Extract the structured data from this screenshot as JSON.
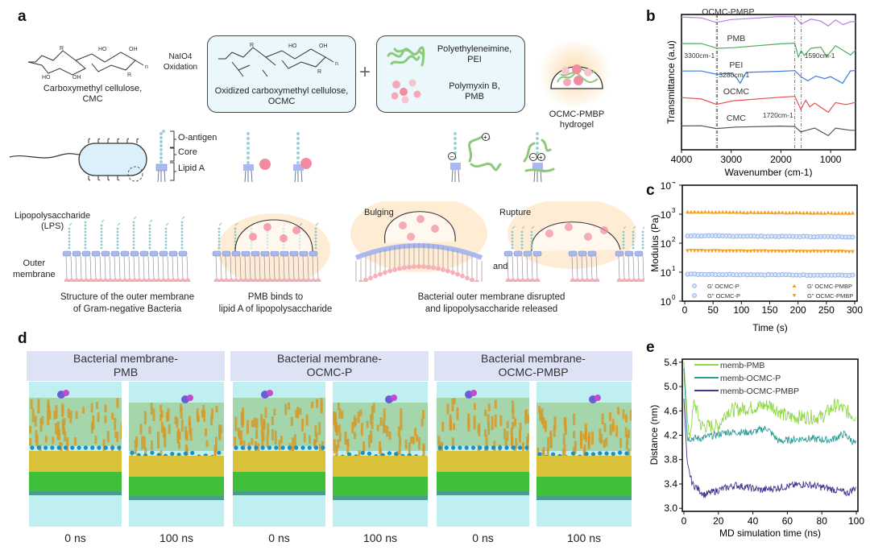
{
  "panels": {
    "a": {
      "label": "a",
      "cmc_caption_1": "Carboxymethyl cellulose,",
      "cmc_caption_2": "CMC",
      "oxidation_reagent": "NaIO4",
      "oxidation_label": "Oxidation",
      "ocmc_caption_1": "Oxidized carboxymethyl cellulose,",
      "ocmc_caption_2": "OCMC",
      "plus": "+",
      "pei_label_1": "Polyethyleneimine,",
      "pei_label_2": "PEI",
      "pmb_label_1": "Polymyxin B,",
      "pmb_label_2": "PMB",
      "hydrogel_label_1": "OCMC-PMBP",
      "hydrogel_label_2": "hydrogel",
      "lps_parts": [
        "O-antigen",
        "Core",
        "Lipid A"
      ],
      "lps_label_1": "Lipopolysaccharide",
      "lps_label_2": "(LPS)",
      "outer_membrane_1": "Outer",
      "outer_membrane_2": "membrane",
      "bulging": "Bulging",
      "rupture": "Rupture",
      "and": "and",
      "captions": [
        [
          "Structure of the outer membrane",
          "of Gram-negative Bacteria"
        ],
        [
          "PMB binds to",
          "lipid A of lipopolysaccharide"
        ],
        [
          "Bacterial outer membrane disrupted",
          "and lipopolysaccharide released"
        ]
      ],
      "colors": {
        "box_fill": "#eaf7fb",
        "pmb_pink": "#f28ba0",
        "pei_green": "#8cc97a",
        "lps_blue": "#a9b8ee",
        "glow": "#fbd9a8"
      }
    },
    "d": {
      "label": "d",
      "groups": [
        {
          "title_1": "Bacterial membrane-",
          "title_2": "PMB",
          "times": [
            "0 ns",
            "100 ns"
          ]
        },
        {
          "title_1": "Bacterial membrane-",
          "title_2": "OCMC-P",
          "times": [
            "0 ns",
            "100 ns"
          ]
        },
        {
          "title_1": "Bacterial membrane-",
          "title_2": "OCMC-PMBP",
          "times": [
            "0 ns",
            "100 ns"
          ]
        }
      ]
    }
  },
  "chart_data": [
    {
      "id": "b",
      "label": "b",
      "type": "line",
      "title": "",
      "xlabel": "Wavenumber (cm-1)",
      "ylabel": "Transmittance (a.u)",
      "xlim": [
        4000,
        500
      ],
      "x_ticks": [
        4000,
        3000,
        2000,
        1000
      ],
      "reference_lines": [
        3300,
        3280,
        1720,
        1590
      ],
      "annotations": [
        "3300cm-1",
        "3280cm-1",
        "1590cm-1",
        "1720cm-1"
      ],
      "series": [
        {
          "name": "OCMC-PMBP",
          "color": "#b77fe0",
          "offset": 4,
          "points": [
            [
              4000,
              0.95
            ],
            [
              3600,
              0.9
            ],
            [
              3300,
              0.65
            ],
            [
              3000,
              0.78
            ],
            [
              2000,
              0.96
            ],
            [
              1720,
              0.96
            ],
            [
              1590,
              0.55
            ],
            [
              1400,
              0.8
            ],
            [
              1200,
              0.75
            ],
            [
              1050,
              0.45
            ],
            [
              900,
              0.78
            ],
            [
              750,
              0.5
            ],
            [
              600,
              0.7
            ],
            [
              500,
              0.7
            ]
          ]
        },
        {
          "name": "PMB",
          "color": "#4cae5e",
          "offset": 3,
          "points": [
            [
              4000,
              0.95
            ],
            [
              3600,
              0.92
            ],
            [
              3280,
              0.68
            ],
            [
              2950,
              0.7
            ],
            [
              2000,
              0.95
            ],
            [
              1720,
              0.95
            ],
            [
              1650,
              0.2
            ],
            [
              1590,
              0.55
            ],
            [
              1530,
              0.25
            ],
            [
              1400,
              0.65
            ],
            [
              1200,
              0.78
            ],
            [
              1080,
              0.25
            ],
            [
              900,
              0.8
            ],
            [
              600,
              0.3
            ],
            [
              500,
              0.6
            ]
          ]
        },
        {
          "name": "PEI",
          "color": "#3a7fdc",
          "offset": 2,
          "points": [
            [
              4000,
              0.9
            ],
            [
              3600,
              0.88
            ],
            [
              3280,
              0.7
            ],
            [
              3000,
              0.78
            ],
            [
              2900,
              0.55
            ],
            [
              2820,
              0.2
            ],
            [
              2700,
              0.8
            ],
            [
              2000,
              0.92
            ],
            [
              1720,
              0.92
            ],
            [
              1590,
              0.55
            ],
            [
              1460,
              0.35
            ],
            [
              1300,
              0.6
            ],
            [
              1120,
              0.45
            ],
            [
              1000,
              0.6
            ],
            [
              760,
              0.2
            ],
            [
              600,
              0.9
            ],
            [
              500,
              0.9
            ]
          ]
        },
        {
          "name": "OCMC",
          "color": "#e4514f",
          "offset": 1,
          "points": [
            [
              4000,
              0.9
            ],
            [
              3600,
              0.85
            ],
            [
              3300,
              0.5
            ],
            [
              2950,
              0.75
            ],
            [
              2000,
              0.92
            ],
            [
              1720,
              0.95
            ],
            [
              1600,
              0.25
            ],
            [
              1500,
              0.75
            ],
            [
              1420,
              0.4
            ],
            [
              1320,
              0.6
            ],
            [
              1050,
              0.05
            ],
            [
              900,
              0.6
            ],
            [
              700,
              0.5
            ],
            [
              500,
              0.6
            ]
          ]
        },
        {
          "name": "CMC",
          "color": "#555555",
          "offset": 0,
          "points": [
            [
              4000,
              0.8
            ],
            [
              3600,
              0.78
            ],
            [
              3300,
              0.65
            ],
            [
              2900,
              0.75
            ],
            [
              2000,
              0.8
            ],
            [
              1720,
              0.8
            ],
            [
              1600,
              0.45
            ],
            [
              1420,
              0.6
            ],
            [
              1320,
              0.68
            ],
            [
              1050,
              0.25
            ],
            [
              900,
              0.7
            ],
            [
              600,
              0.55
            ],
            [
              500,
              0.55
            ]
          ]
        }
      ]
    },
    {
      "id": "c",
      "label": "c",
      "type": "scatter",
      "xlabel": "Time (s)",
      "ylabel": "Modulus (Pa)",
      "xlim": [
        0,
        300
      ],
      "ylim": [
        1,
        10000
      ],
      "y_scale": "log",
      "x_ticks": [
        0,
        50,
        100,
        150,
        200,
        250,
        300
      ],
      "y_ticks": [
        "10^0",
        "10^1",
        "10^2",
        "10^3",
        "10^4"
      ],
      "legend_position": "bottom",
      "series": [
        {
          "name": "G' OCMC-P",
          "color": "#8db0ea",
          "marker": "circle-top",
          "value": 180
        },
        {
          "name": "G\" OCMC-P",
          "color": "#8db0ea",
          "marker": "circle-bottom",
          "value": 8.5
        },
        {
          "name": "G' OCMC-PMBP",
          "color": "#f5a11f",
          "marker": "triangle-up",
          "value": 1200
        },
        {
          "name": "G\" OCMC-PMBP",
          "color": "#f5a11f",
          "marker": "triangle-down",
          "value": 55
        }
      ]
    },
    {
      "id": "e",
      "label": "e",
      "type": "line",
      "xlabel": "MD simulation time (ns)",
      "ylabel": "Distance (nm)",
      "xlim": [
        0,
        100
      ],
      "ylim": [
        2.95,
        5.45
      ],
      "x_ticks": [
        0,
        20,
        40,
        60,
        80,
        100
      ],
      "y_ticks": [
        3.0,
        3.4,
        3.8,
        4.2,
        4.6,
        5.0,
        5.4
      ],
      "legend_position": "top-left",
      "series": [
        {
          "name": "memb-PMB",
          "color": "#8fd845",
          "start": 5.4,
          "levels": [
            [
              0,
              5.4
            ],
            [
              3,
              4.1
            ],
            [
              6,
              4.75
            ],
            [
              10,
              4.35
            ],
            [
              20,
              4.35
            ],
            [
              25,
              4.6
            ],
            [
              50,
              4.7
            ],
            [
              60,
              4.5
            ],
            [
              80,
              4.5
            ],
            [
              88,
              4.7
            ],
            [
              100,
              4.5
            ]
          ],
          "noise": 0.12
        },
        {
          "name": "memb-OCMC-P",
          "color": "#2a9d96",
          "start": 5.3,
          "levels": [
            [
              0,
              5.3
            ],
            [
              2,
              4.15
            ],
            [
              10,
              4.15
            ],
            [
              25,
              4.25
            ],
            [
              40,
              4.25
            ],
            [
              48,
              4.32
            ],
            [
              55,
              4.1
            ],
            [
              70,
              4.15
            ],
            [
              85,
              4.12
            ],
            [
              93,
              4.22
            ],
            [
              100,
              4.05
            ]
          ],
          "noise": 0.06
        },
        {
          "name": "memb-OCMC-PMBP",
          "color": "#44358f",
          "start": 4.8,
          "levels": [
            [
              0,
              4.8
            ],
            [
              2,
              3.7
            ],
            [
              5,
              3.4
            ],
            [
              12,
              3.22
            ],
            [
              20,
              3.3
            ],
            [
              30,
              3.38
            ],
            [
              45,
              3.3
            ],
            [
              70,
              3.4
            ],
            [
              85,
              3.32
            ],
            [
              95,
              3.25
            ],
            [
              100,
              3.35
            ]
          ],
          "noise": 0.06
        }
      ]
    }
  ]
}
